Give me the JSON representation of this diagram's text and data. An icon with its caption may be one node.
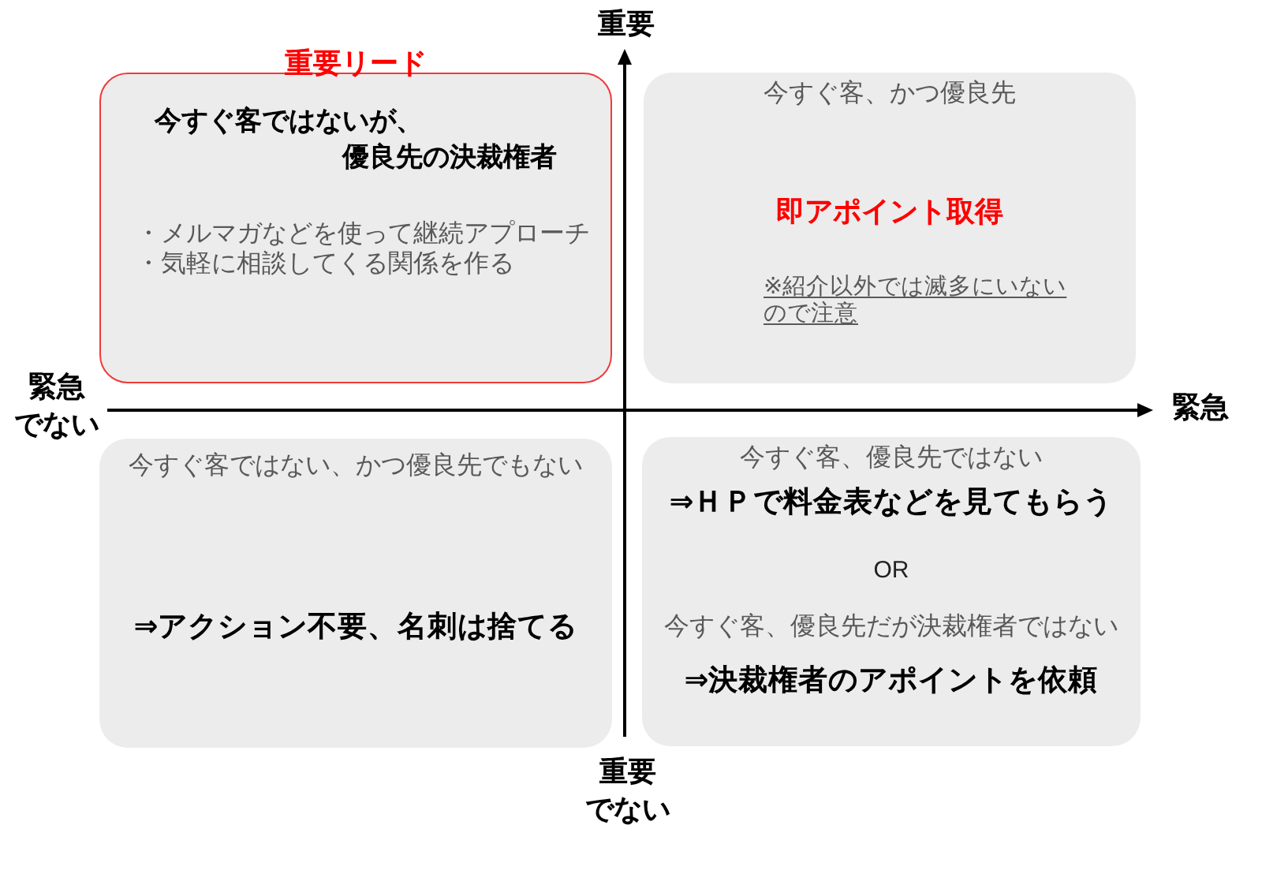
{
  "diagram": {
    "nodes": [
      {
        "text": [
          "重要リード",
          "今すぐ客ではないが、優良先の決裁権者",
          "・メルマガなどを使って継続アプローチ",
          "・気軽に相談してくる関係を作る"
        ]
      },
      {
        "text": [
          "今すぐ客、かつ優良先",
          "即アポイント取得",
          "※紹介以外では滅多にいないので注意"
        ]
      },
      {
        "text": [
          "今すぐ客ではない、かつ優良先でもない",
          "⇒アクション不要、名刺は捨てる"
        ]
      },
      {
        "text": [
          "今すぐ客、優良先ではない",
          "⇒ＨＰで料金表などを見てもらう",
          "OR",
          "今すぐ客、優良先だが決裁権者ではない",
          "⇒決裁権者のアポイントを依頼"
        ]
      }
    ],
    "labels": [
      "重要",
      "緊急でない",
      "緊急",
      "重要でない"
    ]
  }
}
